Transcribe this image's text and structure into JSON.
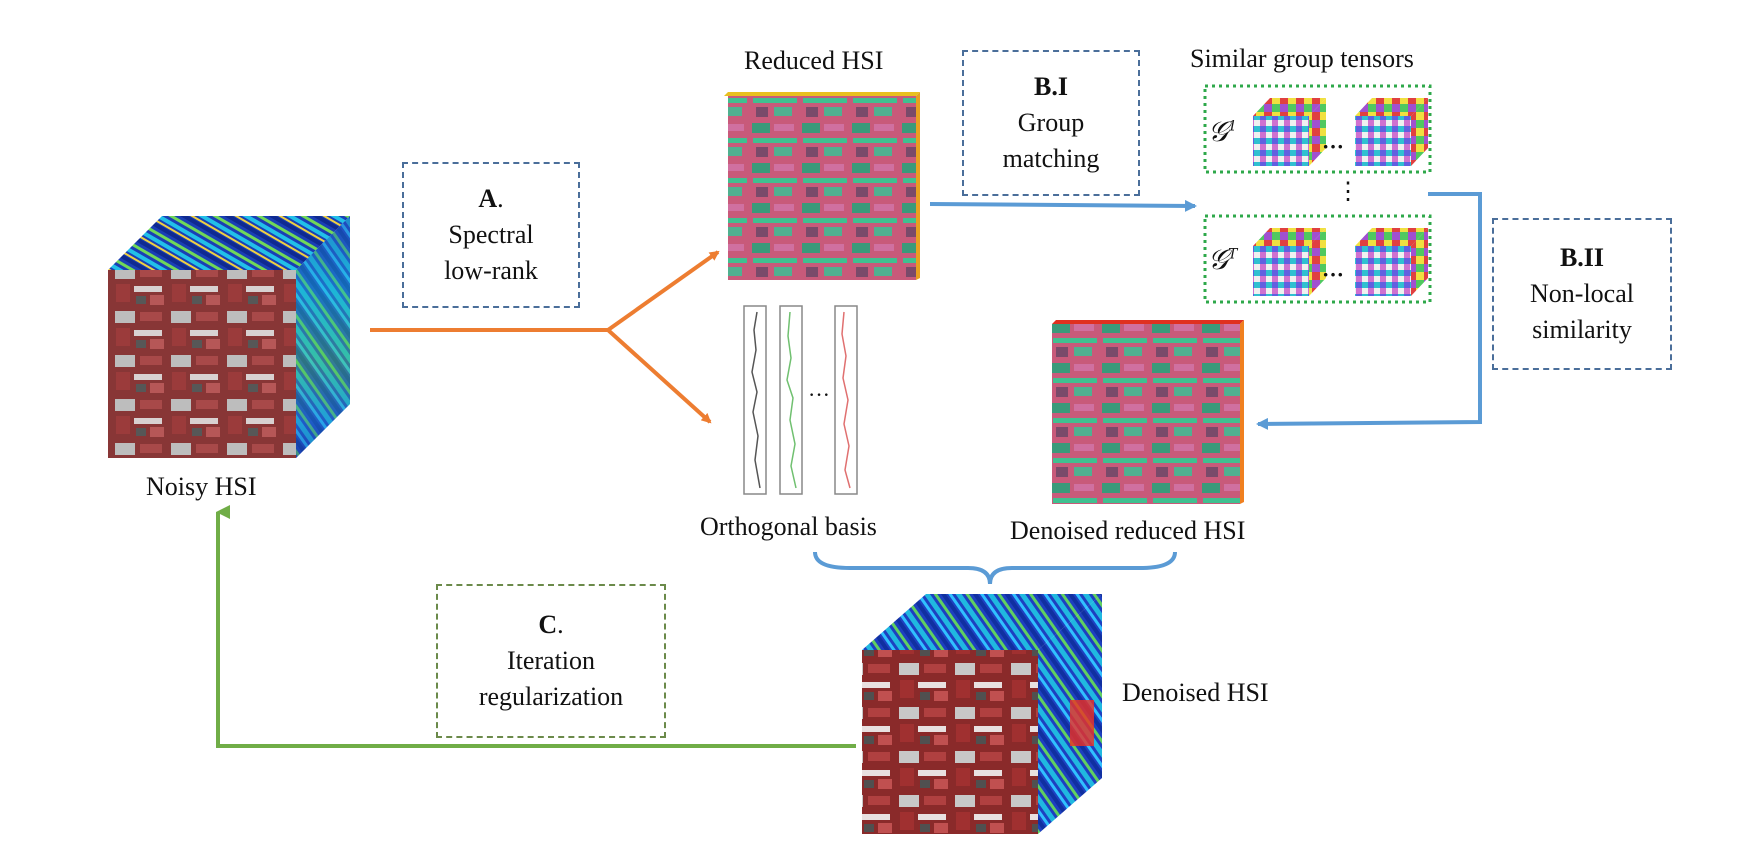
{
  "labels": {
    "noisy": "Noisy HSI",
    "reduced": "Reduced HSI",
    "similar": "Similar group tensors",
    "orthogonal": "Orthogonal basis",
    "denoised_reduced": "Denoised reduced HSI",
    "denoised": "Denoised HSI"
  },
  "steps": {
    "a": {
      "tag": "A",
      "tail": ".",
      "line1": "Spectral",
      "line2": "low-rank"
    },
    "b1": {
      "tag": "B.I",
      "line1": "Group",
      "line2": "matching"
    },
    "b2": {
      "tag": "B.II",
      "line1": "Non-local",
      "line2": "similarity"
    },
    "c": {
      "tag": "C",
      "tail": ".",
      "line1": "Iteration",
      "line2": "regularization"
    }
  },
  "groups": {
    "first": {
      "symbol": "𝒢",
      "sup": "1"
    },
    "last": {
      "symbol": "𝒢",
      "sup": "T"
    },
    "dots": "···",
    "vdots": "⋮"
  },
  "basis_dots": "···",
  "colors": {
    "orange": "#ed7d31",
    "blue": "#5b9bd5",
    "green": "#70ad47",
    "box_blue": "#4a6e9a",
    "box_green": "#6b8a4a",
    "group_border": "#2ea84a"
  }
}
